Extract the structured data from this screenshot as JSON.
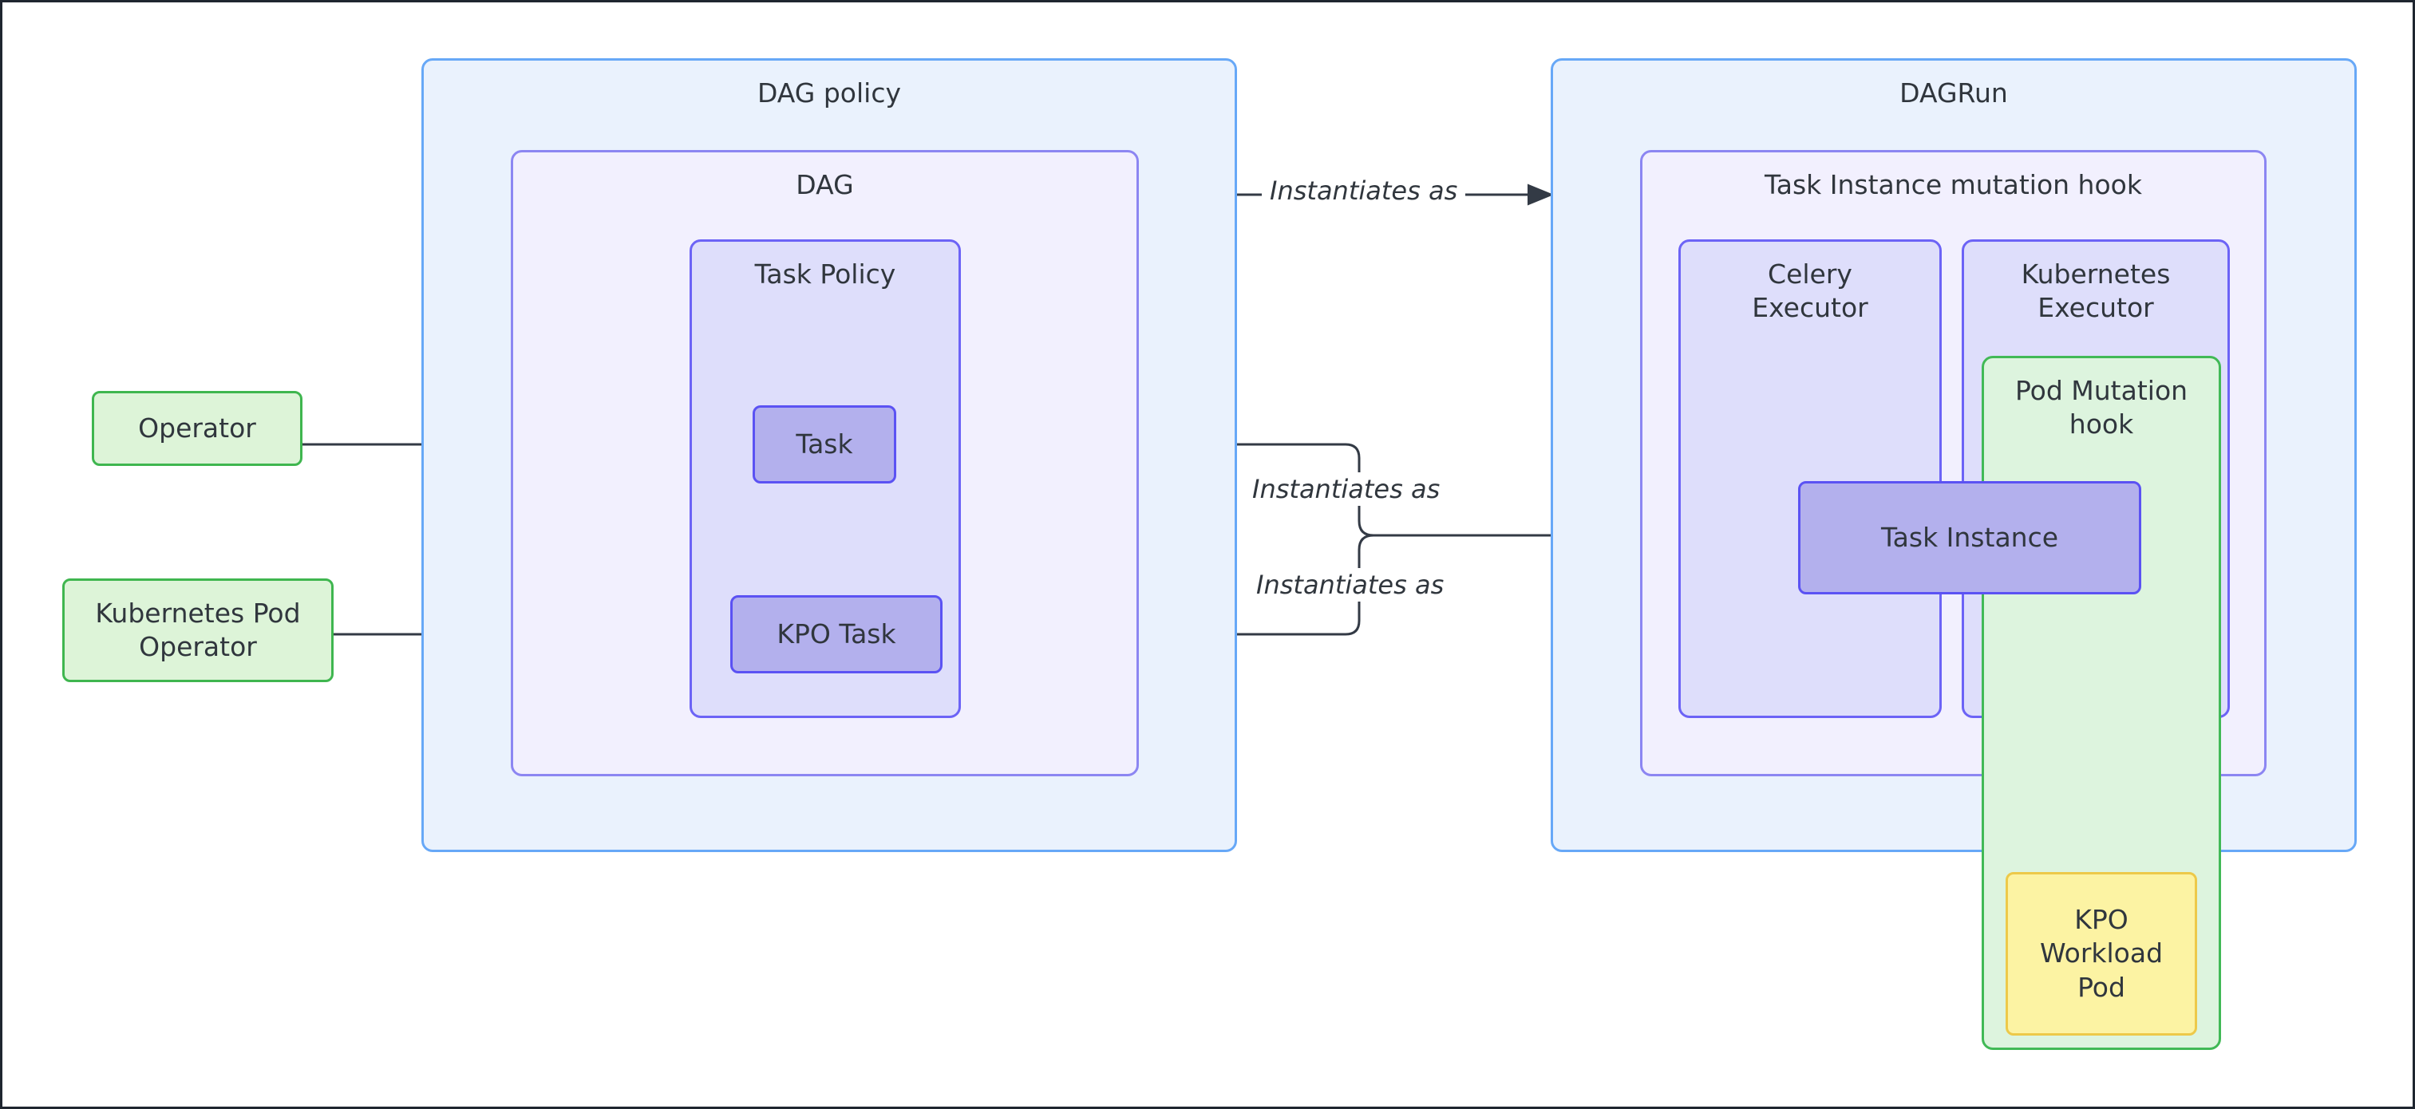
{
  "diagram": {
    "title_left": "DAG policy",
    "title_right": "DAGRun",
    "background": "#ffffff",
    "colors": {
      "cluster_blue_fill": "#eaf2fd",
      "cluster_blue_border": "#67a8f7",
      "cluster_lavender_fill": "#f2f0fe",
      "cluster_lavender_border": "#8c86f2",
      "cluster_violet_fill": "#dedefb",
      "cluster_violet_border": "#6c63f6",
      "green_fill": "#ddf4d8",
      "green_border": "#3fb64f",
      "purple_fill": "#b3b0ed",
      "purple_border": "#5b52f3",
      "yellow_fill": "#fcf3a3",
      "yellow_border": "#edc949",
      "text": "#30363d",
      "edge": "#333a45"
    }
  },
  "left": {
    "dag_policy_label": "DAG policy",
    "dag_label": "DAG",
    "task_policy_label": "Task Policy",
    "task_label": "Task",
    "kpo_task_label": "KPO Task"
  },
  "inputs": {
    "operator_label": "Operator",
    "kubernetes_pod_operator_label": "Kubernetes Pod\nOperator"
  },
  "right": {
    "dagrun_label": "DAGRun",
    "task_instance_mutation_hook_label": "Task Instance mutation hook",
    "celery_executor_label": "Celery\nExecutor",
    "kubernetes_executor_label": "Kubernetes\nExecutor",
    "pod_mutation_hook_label": "Pod Mutation\nhook",
    "task_instance_label": "Task Instance",
    "kpo_workload_pod_label": "KPO\nWorkload\nPod"
  },
  "edges": {
    "instantiates_as_top": "Instantiates as",
    "instantiates_as_middle": "Instantiates as",
    "instantiates_as_bottom": "Instantiates as"
  }
}
